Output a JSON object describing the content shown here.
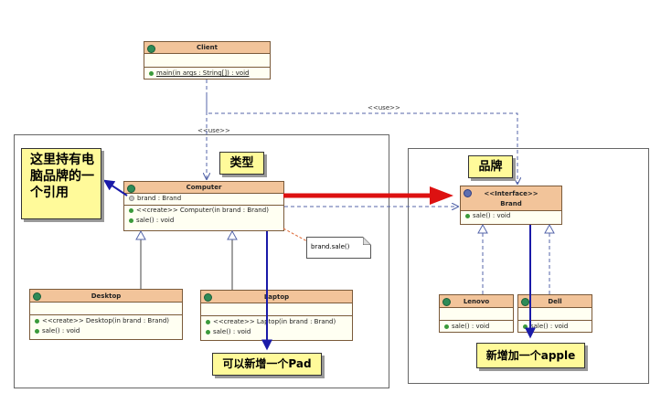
{
  "packages": {
    "left": {
      "label": "类型"
    },
    "right": {
      "label": "品牌"
    }
  },
  "classes": {
    "client": {
      "name": "Client",
      "operations": [
        "main(in args : String[]) : void"
      ]
    },
    "computer": {
      "name": "Computer",
      "attributes": [
        "brand : Brand"
      ],
      "operations": [
        "<<create>> Computer(in brand : Brand)",
        "sale() : void"
      ]
    },
    "desktop": {
      "name": "Desktop",
      "operations": [
        "<<create>> Desktop(in brand : Brand)",
        "sale() : void"
      ]
    },
    "laptop": {
      "name": "Laptop",
      "operations": [
        "<<create>> Laptop(in brand : Brand)",
        "sale() : void"
      ]
    },
    "brand": {
      "stereotype": "<<Interface>>",
      "name": "Brand",
      "operations": [
        "sale() : void"
      ]
    },
    "lenovo": {
      "name": "Lenovo",
      "operations": [
        "sale() : void"
      ]
    },
    "dell": {
      "name": "Dell",
      "operations": [
        "sale() : void"
      ]
    }
  },
  "relations": {
    "use_label_1": "<<use>>",
    "use_label_2": "<<use>>"
  },
  "note": {
    "text": "brand.sale()"
  },
  "callouts": {
    "holds_reference": "这里持有电脑品牌的一个引用",
    "add_pad": "可以新增一个Pad",
    "add_apple": "新增加一个apple"
  },
  "colors": {
    "class_header": "#f2c49a",
    "class_body": "#fffff2",
    "callout_fill": "#fffa9a",
    "red_arrow": "#dd1111",
    "blue_arrow": "#1a1aa8",
    "dashed_link": "#5566aa"
  }
}
